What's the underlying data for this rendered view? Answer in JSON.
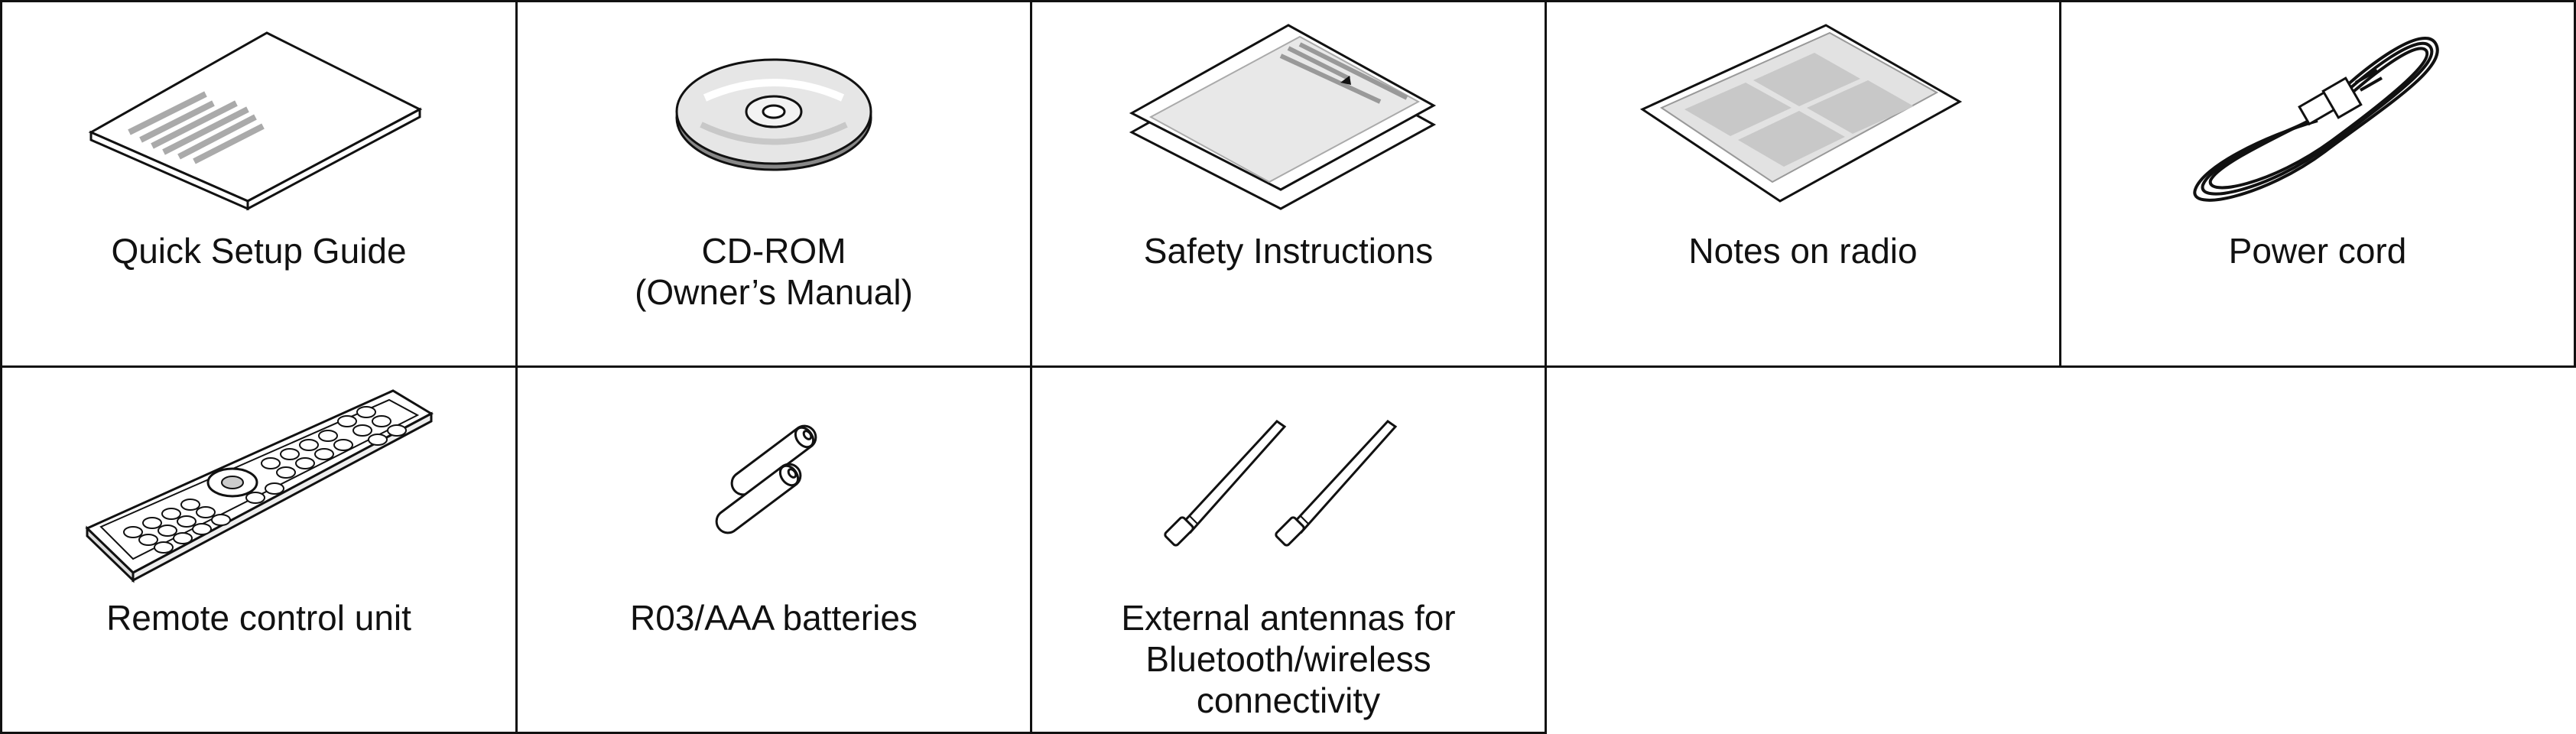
{
  "items": [
    {
      "label": "Quick Setup Guide",
      "icon": "booklet-icon"
    },
    {
      "label": "CD-ROM\n(Owner’s Manual)",
      "icon": "cd-rom-icon"
    },
    {
      "label": "Safety Instructions",
      "icon": "safety-sheet-icon"
    },
    {
      "label": "Notes on radio",
      "icon": "notes-sheet-icon"
    },
    {
      "label": "Power cord",
      "icon": "power-cord-icon"
    },
    {
      "label": "Remote control unit",
      "icon": "remote-control-icon"
    },
    {
      "label": "R03/AAA batteries",
      "icon": "batteries-icon"
    },
    {
      "label": "External antennas for\nBluetooth/wireless\nconnectivity",
      "icon": "antennas-icon"
    }
  ]
}
